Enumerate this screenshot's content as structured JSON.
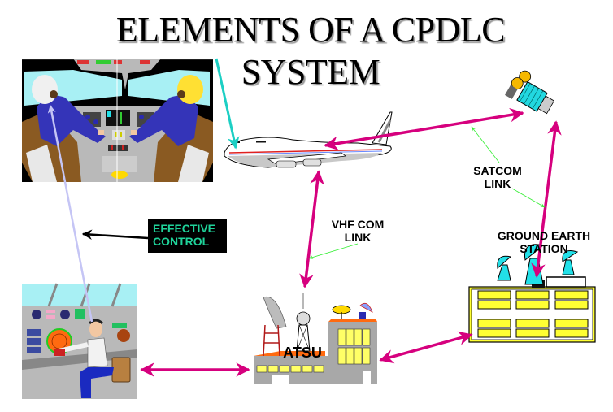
{
  "title": {
    "line1": "ELEMENTS OF A CPDLC",
    "line2": "SYSTEM"
  },
  "labels": {
    "satcom_line1": "SATCOM",
    "satcom_line2": "LINK",
    "vhf_line1": "VHF COM",
    "vhf_line2": "LINK",
    "ground_line1": "GROUND EARTH",
    "ground_line2": "STATION",
    "atsu": "ATSU",
    "effective_line1": "EFFECTIVE",
    "effective_line2": "CONTROL"
  },
  "nodes": [
    {
      "id": "cockpit",
      "name": "Aircraft cockpit crew"
    },
    {
      "id": "aircraft",
      "name": "Aircraft"
    },
    {
      "id": "satellite",
      "name": "Satellite"
    },
    {
      "id": "ground-earth-station",
      "name": "GROUND EARTH STATION"
    },
    {
      "id": "atsu",
      "name": "ATSU"
    },
    {
      "id": "controller",
      "name": "Air traffic controller"
    }
  ],
  "links": [
    {
      "from": "aircraft",
      "to": "satellite",
      "label": "SATCOM LINK",
      "style": "bidirectional"
    },
    {
      "from": "satellite",
      "to": "ground-earth-station",
      "label": "SATCOM LINK",
      "style": "bidirectional"
    },
    {
      "from": "aircraft",
      "to": "atsu",
      "label": "VHF COM LINK",
      "style": "bidirectional"
    },
    {
      "from": "ground-earth-station",
      "to": "atsu",
      "label": "",
      "style": "bidirectional"
    },
    {
      "from": "atsu",
      "to": "controller",
      "label": "",
      "style": "bidirectional"
    },
    {
      "from": "cockpit",
      "to": "aircraft",
      "label": "",
      "style": "pointer"
    },
    {
      "from": "controller",
      "to": "cockpit",
      "label": "EFFECTIVE CONTROL",
      "style": "pointer"
    }
  ],
  "colors": {
    "link": "#d6007e",
    "pointer_cyan": "#1ccfc4",
    "pointer_lavender": "#c5c5f5",
    "leader_green": "#33ee33",
    "effective_text": "#1fd39a",
    "building_yellow": "#ffff33",
    "building_gray": "#a8a8a8",
    "roof_orange": "#ff6a10",
    "dish_cyan": "#22e0e8",
    "cockpit_sky": "#a8f0f4",
    "pilot_blue": "#3434b8"
  }
}
